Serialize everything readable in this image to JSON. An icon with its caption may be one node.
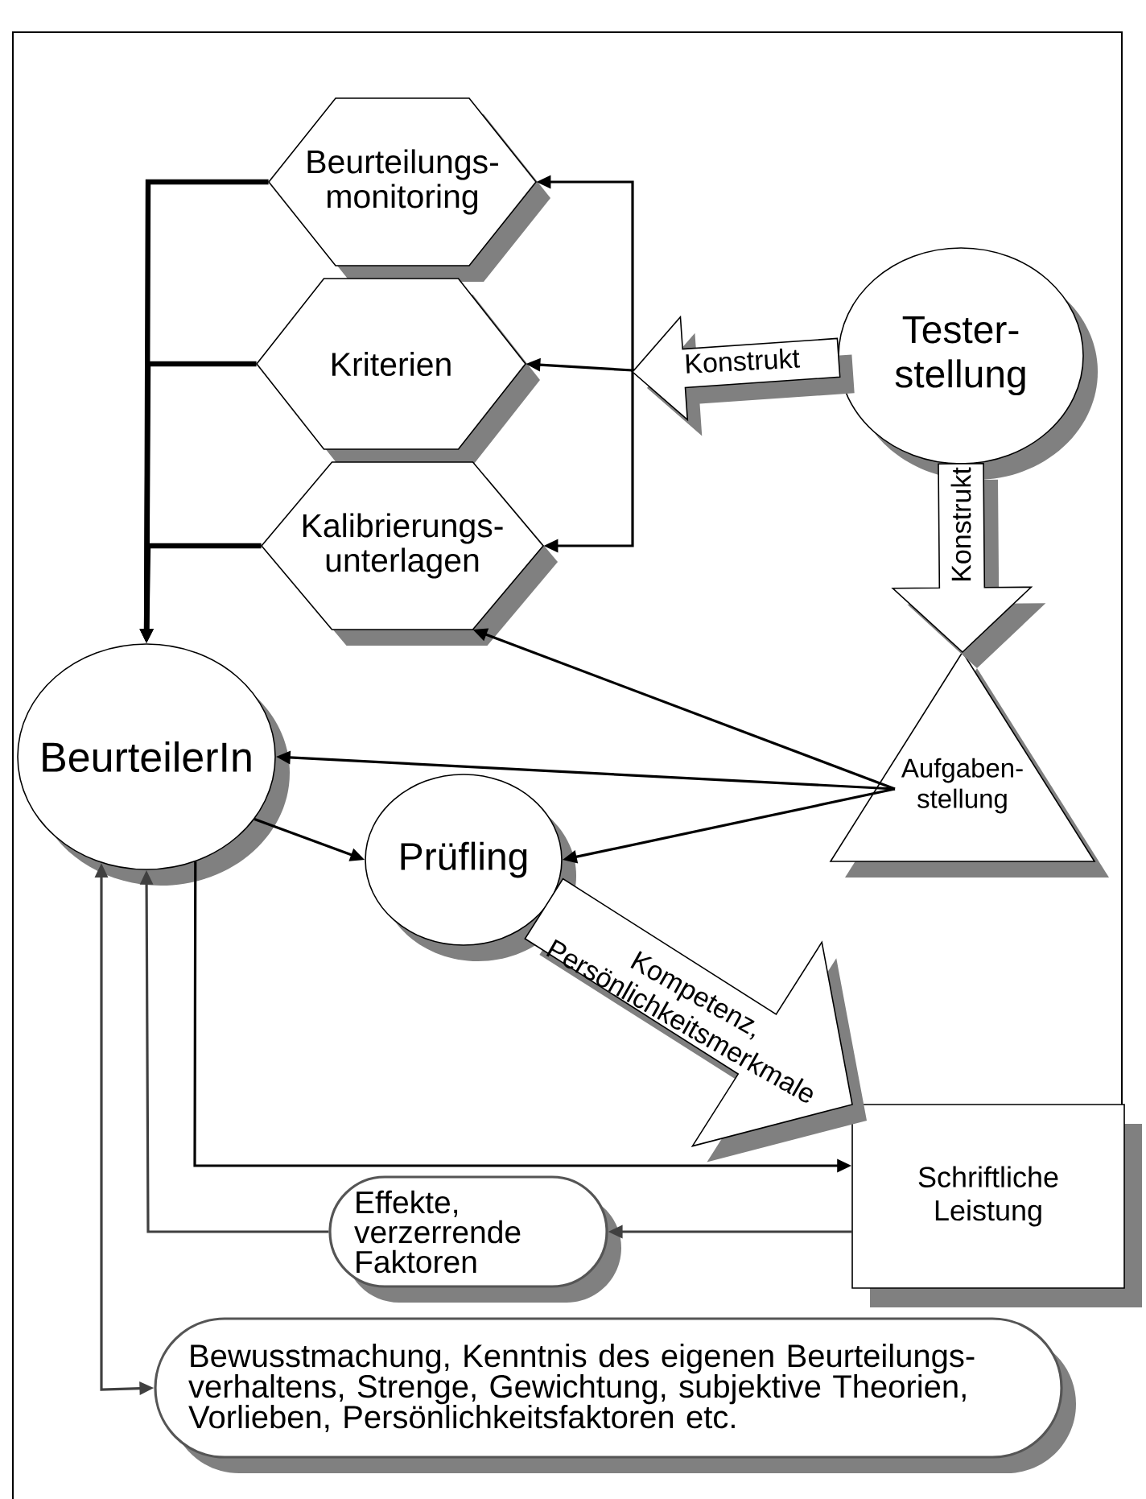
{
  "diagram": {
    "nodes": [
      {
        "text": [
          "Beurteilungs- monitoring"
        ]
      },
      {
        "text": [
          "Kriterien"
        ]
      },
      {
        "text": [
          "Kalibrierungs- unterlagen"
        ]
      },
      {
        "text": [
          "Tester- stellung"
        ]
      },
      {
        "text": [
          "BeurteilerIn"
        ]
      },
      {
        "text": [
          "Prüfling"
        ]
      },
      {
        "text": [
          "Aufgaben- stellung"
        ]
      },
      {
        "text": [
          "Schriftliche Leistung"
        ]
      },
      {
        "text": [
          "Effekte, verzerrende Faktoren"
        ]
      },
      {
        "text": [
          "Bewusstmachung, Kenntnis des eigenen Beurteilungs- verhaltens, Strenge, Gewichtung, subjektive Theorien, Vorlieben, Persönlichkeitsfaktoren etc."
        ]
      }
    ],
    "edges": [
      {
        "from": 0,
        "to": 4,
        "arrow": "to",
        "style": "thick"
      },
      {
        "from": 1,
        "to": 4,
        "arrow": "to",
        "style": "thick"
      },
      {
        "from": 2,
        "to": 4,
        "arrow": "to",
        "style": "thick"
      },
      {
        "from": 3,
        "to": 0,
        "arrow": "to"
      },
      {
        "from": 3,
        "to": 1,
        "arrow": "to",
        "label": "Konstrukt"
      },
      {
        "from": 3,
        "to": 2,
        "arrow": "to"
      },
      {
        "from": 3,
        "to": 6,
        "arrow": "to",
        "style": "thick",
        "label": "Konstrukt"
      },
      {
        "from": 6,
        "to": 2,
        "arrow": "to"
      },
      {
        "from": 6,
        "to": 4,
        "arrow": "to"
      },
      {
        "from": 6,
        "to": 5,
        "arrow": "to"
      },
      {
        "from": 4,
        "to": 5,
        "arrow": "to"
      },
      {
        "from": 5,
        "to": 7,
        "arrow": "to",
        "style": "thick",
        "label": "Kompetenz, Persönlichkeitsmerkmale"
      },
      {
        "from": 4,
        "to": 7,
        "arrow": "to"
      },
      {
        "from": 7,
        "to": 8,
        "arrow": "to",
        "color": "#404040"
      },
      {
        "from": 8,
        "to": 4,
        "arrow": "to",
        "color": "#404040"
      },
      {
        "from": 4,
        "to": 9,
        "arrow": "both",
        "color": "#404040"
      }
    ]
  }
}
